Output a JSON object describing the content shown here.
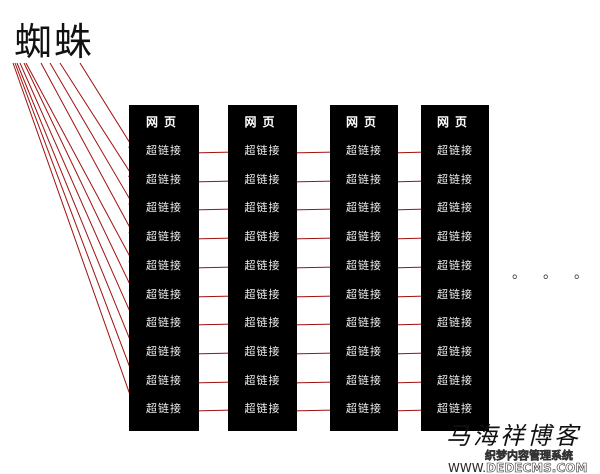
{
  "title": "蜘蛛",
  "columns": [
    {
      "header": "网页",
      "links": [
        "超链接",
        "超链接",
        "超链接",
        "超链接",
        "超链接",
        "超链接",
        "超链接",
        "超链接",
        "超链接",
        "超链接"
      ]
    },
    {
      "header": "网页",
      "links": [
        "超链接",
        "超链接",
        "超链接",
        "超链接",
        "超链接",
        "超链接",
        "超链接",
        "超链接",
        "超链接",
        "超链接"
      ]
    },
    {
      "header": "网页",
      "links": [
        "超链接",
        "超链接",
        "超链接",
        "超链接",
        "超链接",
        "超链接",
        "超链接",
        "超链接",
        "超链接",
        "超链接"
      ]
    },
    {
      "header": "网页",
      "links": [
        "超链接",
        "超链接",
        "超链接",
        "超链接",
        "超链接",
        "超链接",
        "超链接",
        "超链接",
        "超链接",
        "超链接"
      ]
    }
  ],
  "ellipsis": "。。。",
  "watermark": {
    "blog": "马海祥博客",
    "cms": "织梦内容管理系统",
    "www": "WWW.",
    "domain": "DEDECMS.COM"
  },
  "colors": {
    "arrow": "#a01010",
    "box": "#000000"
  }
}
